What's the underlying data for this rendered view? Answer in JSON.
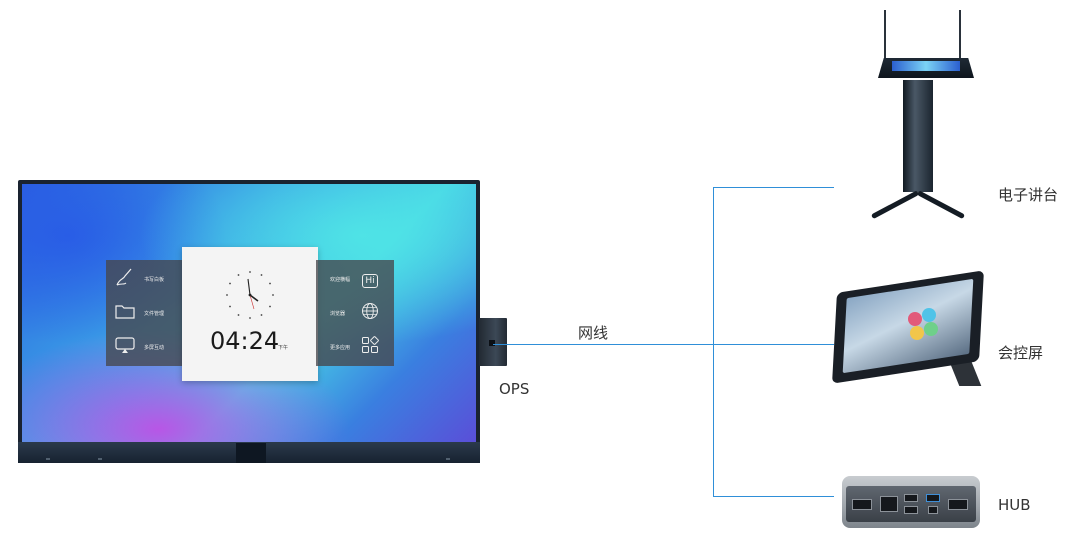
{
  "display": {
    "menu_left": [
      {
        "label": "书写白板",
        "icon": "pen-icon"
      },
      {
        "label": "文件管理",
        "icon": "folder-icon"
      },
      {
        "label": "多屏互动",
        "icon": "screen-share-icon"
      }
    ],
    "menu_right": [
      {
        "label": "欢迎横幅",
        "icon": "hi-banner-icon",
        "glyph": "Hi"
      },
      {
        "label": "浏览器",
        "icon": "globe-icon"
      },
      {
        "label": "更多应用",
        "icon": "apps-grid-icon"
      }
    ],
    "clock": {
      "time": "04:24",
      "period": "下午"
    }
  },
  "ops": {
    "label": "OPS"
  },
  "cable": {
    "label": "网线"
  },
  "devices": [
    {
      "label": "电子讲台",
      "icon": "podium-icon"
    },
    {
      "label": "会控屏",
      "icon": "control-panel-icon"
    },
    {
      "label": "HUB",
      "icon": "hub-icon"
    }
  ],
  "colors": {
    "line": "#2f8fd8",
    "text": "#333333"
  }
}
